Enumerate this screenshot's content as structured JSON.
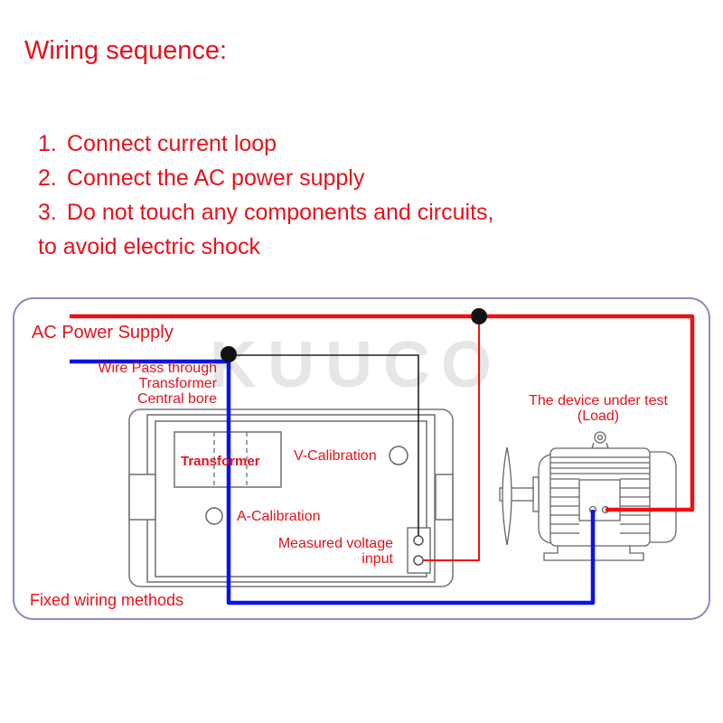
{
  "header": {
    "title": "Wiring sequence:"
  },
  "steps": [
    {
      "num": "1.",
      "text": "Connect current loop"
    },
    {
      "num": "2.",
      "text": "Connect the AC power supply"
    },
    {
      "num": "3.",
      "text": "Do not touch any components and circuits,",
      "continuation": "to avoid electric shock"
    }
  ],
  "diagram": {
    "ac_power_label": "AC Power Supply",
    "wire_pass_label": [
      "Wire Pass through",
      "Transformer",
      "Central bore"
    ],
    "watermark": "KUUCO",
    "transformer_label": "Transformer",
    "v_calibration_label": "V-Calibration",
    "a_calibration_label": "A-Calibration",
    "voltage_input_label": [
      "Measured voltage",
      "input"
    ],
    "device_label": [
      "The device under test",
      "(Load)"
    ],
    "fixed_wiring_label": "Fixed wiring methods",
    "colors": {
      "live_wire": "#ee1111",
      "neutral_wire": "#0a14e6",
      "signal_wire": "#222222",
      "frame": "#8b8bc0",
      "text": "#e8101a"
    }
  }
}
